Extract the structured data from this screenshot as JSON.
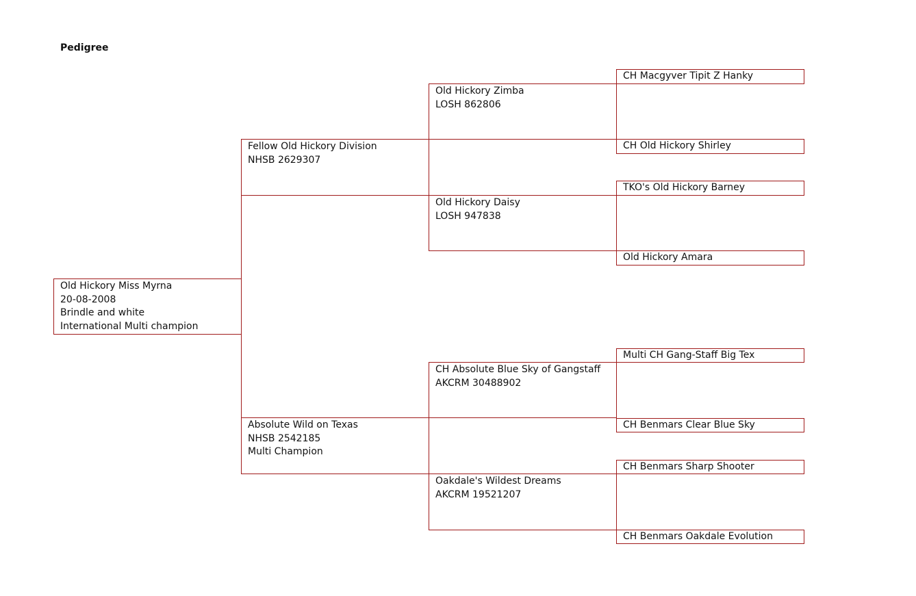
{
  "title": "Pedigree",
  "subject": {
    "name": "Old Hickory  Miss Myrna",
    "birth_date": "20-08-2008",
    "color": "Brindle and white",
    "title": "International Multi champion"
  },
  "sire": {
    "name": "Fellow Old Hickory Division",
    "registration": "NHSB 2629307"
  },
  "dam": {
    "name": "Absolute Wild on Texas",
    "registration": "NHSB 2542185",
    "title": "Multi Champion"
  },
  "sire_sire": {
    "name": "Old Hickory  Zimba",
    "registration": "LOSH 862806"
  },
  "sire_dam": {
    "name": "Old Hickory  Daisy",
    "registration": "LOSH 947838"
  },
  "dam_sire": {
    "name": "CH Absolute Blue Sky of Gangstaff",
    "registration": "AKCRM 30488902"
  },
  "dam_dam": {
    "name": "Oakdale's Wildest Dreams",
    "registration": "AKCRM 19521207"
  },
  "great_grandparents": {
    "ss_sire": "CH Macgyver Tipit Z Hanky",
    "ss_dam": "CH Old Hickory Shirley",
    "sd_sire": "TKO's Old Hickory Barney",
    "sd_dam": "Old Hickory  Amara",
    "ds_sire": "Multi CH Gang-Staff Big Tex",
    "ds_dam": "CH Benmars Clear Blue Sky",
    "dd_sire": "CH Benmars Sharp Shooter",
    "dd_dam": "CH Benmars Oakdale Evolution"
  },
  "colors": {
    "border": "#a01a1a"
  }
}
